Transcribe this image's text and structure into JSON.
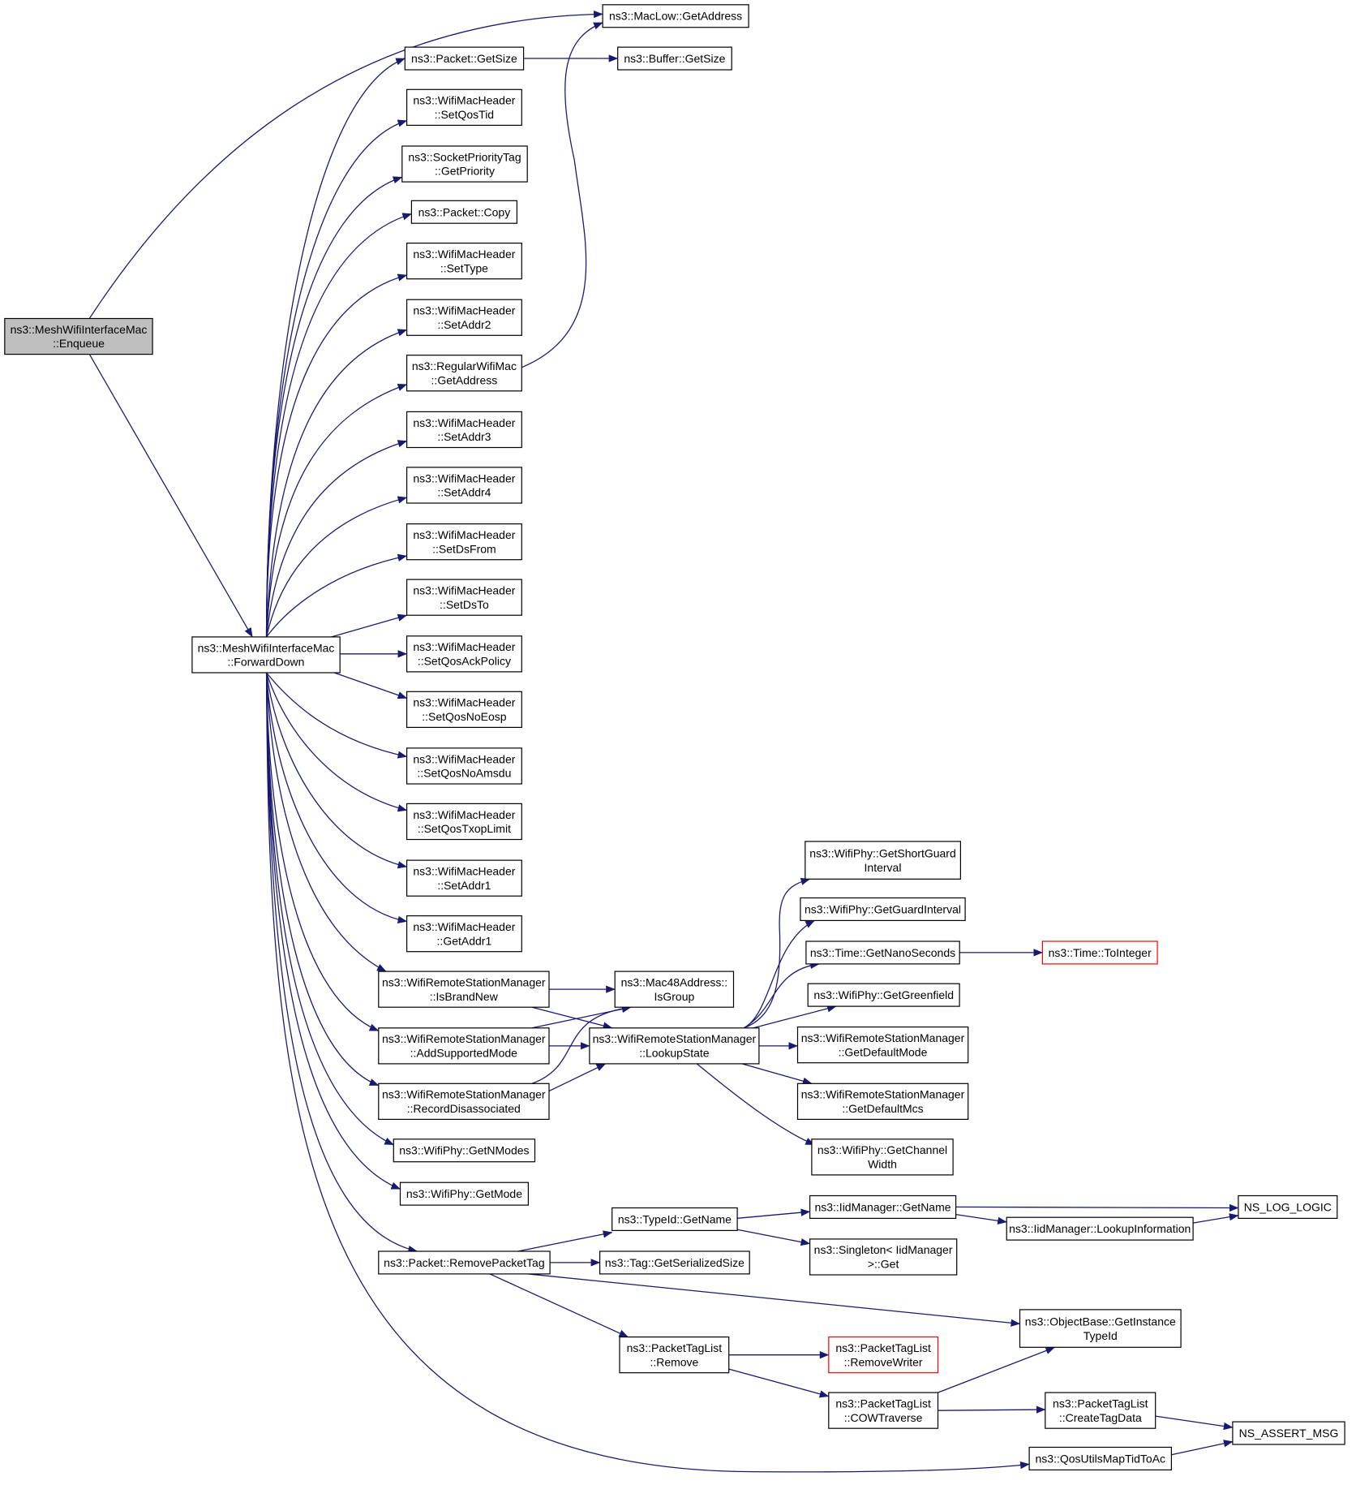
{
  "diagram": {
    "colors": {
      "edge": "#191970",
      "border": "#000000",
      "highlight_border": "#ff0000",
      "root_fill": "#bfbfbf",
      "node_fill": "#ffffff"
    },
    "nodes": [
      {
        "id": "enqueue",
        "lines": [
          "ns3::MeshWifiInterfaceMac",
          "::Enqueue"
        ]
      },
      {
        "id": "forwarddown",
        "lines": [
          "ns3::MeshWifiInterfaceMac",
          "::ForwardDown"
        ]
      },
      {
        "id": "maclow_getaddress",
        "lines": [
          "ns3::MacLow::GetAddress"
        ]
      },
      {
        "id": "packet_getsize",
        "lines": [
          "ns3::Packet::GetSize"
        ]
      },
      {
        "id": "buffer_getsize",
        "lines": [
          "ns3::Buffer::GetSize"
        ]
      },
      {
        "id": "setqostid",
        "lines": [
          "ns3::WifiMacHeader",
          "::SetQosTid"
        ]
      },
      {
        "id": "socketprioritytag_getpriority",
        "lines": [
          "ns3::SocketPriorityTag",
          "::GetPriority"
        ]
      },
      {
        "id": "packet_copy",
        "lines": [
          "ns3::Packet::Copy"
        ]
      },
      {
        "id": "settype",
        "lines": [
          "ns3::WifiMacHeader",
          "::SetType"
        ]
      },
      {
        "id": "setaddr2",
        "lines": [
          "ns3::WifiMacHeader",
          "::SetAddr2"
        ]
      },
      {
        "id": "regularwifimac_getaddress",
        "lines": [
          "ns3::RegularWifiMac",
          "::GetAddress"
        ]
      },
      {
        "id": "setaddr3",
        "lines": [
          "ns3::WifiMacHeader",
          "::SetAddr3"
        ]
      },
      {
        "id": "setaddr4",
        "lines": [
          "ns3::WifiMacHeader",
          "::SetAddr4"
        ]
      },
      {
        "id": "setdsfrom",
        "lines": [
          "ns3::WifiMacHeader",
          "::SetDsFrom"
        ]
      },
      {
        "id": "setdsto",
        "lines": [
          "ns3::WifiMacHeader",
          "::SetDsTo"
        ]
      },
      {
        "id": "setqosackpolicy",
        "lines": [
          "ns3::WifiMacHeader",
          "::SetQosAckPolicy"
        ]
      },
      {
        "id": "setqosnoeosp",
        "lines": [
          "ns3::WifiMacHeader",
          "::SetQosNoEosp"
        ]
      },
      {
        "id": "setqosnoamsdu",
        "lines": [
          "ns3::WifiMacHeader",
          "::SetQosNoAmsdu"
        ]
      },
      {
        "id": "setqostxoplimit",
        "lines": [
          "ns3::WifiMacHeader",
          "::SetQosTxopLimit"
        ]
      },
      {
        "id": "setaddr1",
        "lines": [
          "ns3::WifiMacHeader",
          "::SetAddr1"
        ]
      },
      {
        "id": "getaddr1",
        "lines": [
          "ns3::WifiMacHeader",
          "::GetAddr1"
        ]
      },
      {
        "id": "isbrandnew",
        "lines": [
          "ns3::WifiRemoteStationManager",
          "::IsBrandNew"
        ]
      },
      {
        "id": "addsupportedmode",
        "lines": [
          "ns3::WifiRemoteStationManager",
          "::AddSupportedMode"
        ]
      },
      {
        "id": "recorddisassociated",
        "lines": [
          "ns3::WifiRemoteStationManager",
          "::RecordDisassociated"
        ]
      },
      {
        "id": "getnmodes",
        "lines": [
          "ns3::WifiPhy::GetNModes"
        ]
      },
      {
        "id": "getmode",
        "lines": [
          "ns3::WifiPhy::GetMode"
        ]
      },
      {
        "id": "removepackettag",
        "lines": [
          "ns3::Packet::RemovePacketTag"
        ]
      },
      {
        "id": "mac48_isgroup",
        "lines": [
          "ns3::Mac48Address::",
          "IsGroup"
        ]
      },
      {
        "id": "lookupstate",
        "lines": [
          "ns3::WifiRemoteStationManager",
          "::LookupState"
        ]
      },
      {
        "id": "getshortguardinterval",
        "lines": [
          "ns3::WifiPhy::GetShortGuard",
          "Interval"
        ]
      },
      {
        "id": "getguardinterval",
        "lines": [
          "ns3::WifiPhy::GetGuardInterval"
        ]
      },
      {
        "id": "getnanoseconds",
        "lines": [
          "ns3::Time::GetNanoSeconds"
        ]
      },
      {
        "id": "time_tointeger",
        "lines": [
          "ns3::Time::ToInteger"
        ],
        "highlight": true
      },
      {
        "id": "getgreenfield",
        "lines": [
          "ns3::WifiPhy::GetGreenfield"
        ]
      },
      {
        "id": "getdefaultmode",
        "lines": [
          "ns3::WifiRemoteStationManager",
          "::GetDefaultMode"
        ]
      },
      {
        "id": "getdefaultmcs",
        "lines": [
          "ns3::WifiRemoteStationManager",
          "::GetDefaultMcs"
        ]
      },
      {
        "id": "getchannelwidth",
        "lines": [
          "ns3::WifiPhy::GetChannel",
          "Width"
        ]
      },
      {
        "id": "typeid_getname",
        "lines": [
          "ns3::TypeId::GetName"
        ]
      },
      {
        "id": "tag_getserializedsize",
        "lines": [
          "ns3::Tag::GetSerializedSize"
        ]
      },
      {
        "id": "iidmanager_getname",
        "lines": [
          "ns3::IidManager::GetName"
        ]
      },
      {
        "id": "singleton_get",
        "lines": [
          "ns3::Singleton< IidManager",
          " >::Get"
        ]
      },
      {
        "id": "lookupinformation",
        "lines": [
          "ns3::IidManager::LookupInformation"
        ]
      },
      {
        "id": "ns_log_logic",
        "lines": [
          "NS_LOG_LOGIC"
        ]
      },
      {
        "id": "getinstancetypeid",
        "lines": [
          "ns3::ObjectBase::GetInstance",
          "TypeId"
        ]
      },
      {
        "id": "packettaglist_remove",
        "lines": [
          "ns3::PacketTagList",
          "::Remove"
        ]
      },
      {
        "id": "removewriter",
        "lines": [
          "ns3::PacketTagList",
          "::RemoveWriter"
        ],
        "highlight": true
      },
      {
        "id": "cowtraverse",
        "lines": [
          "ns3::PacketTagList",
          "::COWTraverse"
        ]
      },
      {
        "id": "createtagdata",
        "lines": [
          "ns3::PacketTagList",
          "::CreateTagData"
        ]
      },
      {
        "id": "ns_assert_msg",
        "lines": [
          "NS_ASSERT_MSG"
        ]
      },
      {
        "id": "qosutilsmaptidtoac",
        "lines": [
          "ns3::QosUtilsMapTidToAc"
        ]
      }
    ],
    "edges": [
      [
        "enqueue",
        "maclow_getaddress"
      ],
      [
        "enqueue",
        "forwarddown"
      ],
      [
        "forwarddown",
        "packet_getsize"
      ],
      [
        "forwarddown",
        "setqostid"
      ],
      [
        "forwarddown",
        "socketprioritytag_getpriority"
      ],
      [
        "forwarddown",
        "packet_copy"
      ],
      [
        "forwarddown",
        "settype"
      ],
      [
        "forwarddown",
        "setaddr2"
      ],
      [
        "forwarddown",
        "regularwifimac_getaddress"
      ],
      [
        "forwarddown",
        "setaddr3"
      ],
      [
        "forwarddown",
        "setaddr4"
      ],
      [
        "forwarddown",
        "setdsfrom"
      ],
      [
        "forwarddown",
        "setdsto"
      ],
      [
        "forwarddown",
        "setqosackpolicy"
      ],
      [
        "forwarddown",
        "setqosnoeosp"
      ],
      [
        "forwarddown",
        "setqosnoamsdu"
      ],
      [
        "forwarddown",
        "setqostxoplimit"
      ],
      [
        "forwarddown",
        "setaddr1"
      ],
      [
        "forwarddown",
        "getaddr1"
      ],
      [
        "forwarddown",
        "isbrandnew"
      ],
      [
        "forwarddown",
        "addsupportedmode"
      ],
      [
        "forwarddown",
        "recorddisassociated"
      ],
      [
        "forwarddown",
        "getnmodes"
      ],
      [
        "forwarddown",
        "getmode"
      ],
      [
        "forwarddown",
        "removepackettag"
      ],
      [
        "forwarddown",
        "qosutilsmaptidtoac"
      ],
      [
        "packet_getsize",
        "buffer_getsize"
      ],
      [
        "regularwifimac_getaddress",
        "maclow_getaddress"
      ],
      [
        "isbrandnew",
        "mac48_isgroup"
      ],
      [
        "isbrandnew",
        "lookupstate"
      ],
      [
        "addsupportedmode",
        "mac48_isgroup"
      ],
      [
        "addsupportedmode",
        "lookupstate"
      ],
      [
        "recorddisassociated",
        "mac48_isgroup"
      ],
      [
        "recorddisassociated",
        "lookupstate"
      ],
      [
        "lookupstate",
        "getshortguardinterval"
      ],
      [
        "lookupstate",
        "getguardinterval"
      ],
      [
        "lookupstate",
        "getnanoseconds"
      ],
      [
        "lookupstate",
        "getgreenfield"
      ],
      [
        "lookupstate",
        "getdefaultmode"
      ],
      [
        "lookupstate",
        "getdefaultmcs"
      ],
      [
        "lookupstate",
        "getchannelwidth"
      ],
      [
        "getnanoseconds",
        "time_tointeger"
      ],
      [
        "removepackettag",
        "typeid_getname"
      ],
      [
        "removepackettag",
        "tag_getserializedsize"
      ],
      [
        "removepackettag",
        "getinstancetypeid"
      ],
      [
        "removepackettag",
        "packettaglist_remove"
      ],
      [
        "typeid_getname",
        "iidmanager_getname"
      ],
      [
        "typeid_getname",
        "singleton_get"
      ],
      [
        "iidmanager_getname",
        "ns_log_logic"
      ],
      [
        "iidmanager_getname",
        "lookupinformation"
      ],
      [
        "lookupinformation",
        "ns_log_logic"
      ],
      [
        "packettaglist_remove",
        "removewriter"
      ],
      [
        "packettaglist_remove",
        "cowtraverse"
      ],
      [
        "cowtraverse",
        "getinstancetypeid"
      ],
      [
        "cowtraverse",
        "createtagdata"
      ],
      [
        "createtagdata",
        "ns_assert_msg"
      ],
      [
        "qosutilsmaptidtoac",
        "ns_assert_msg"
      ]
    ]
  }
}
